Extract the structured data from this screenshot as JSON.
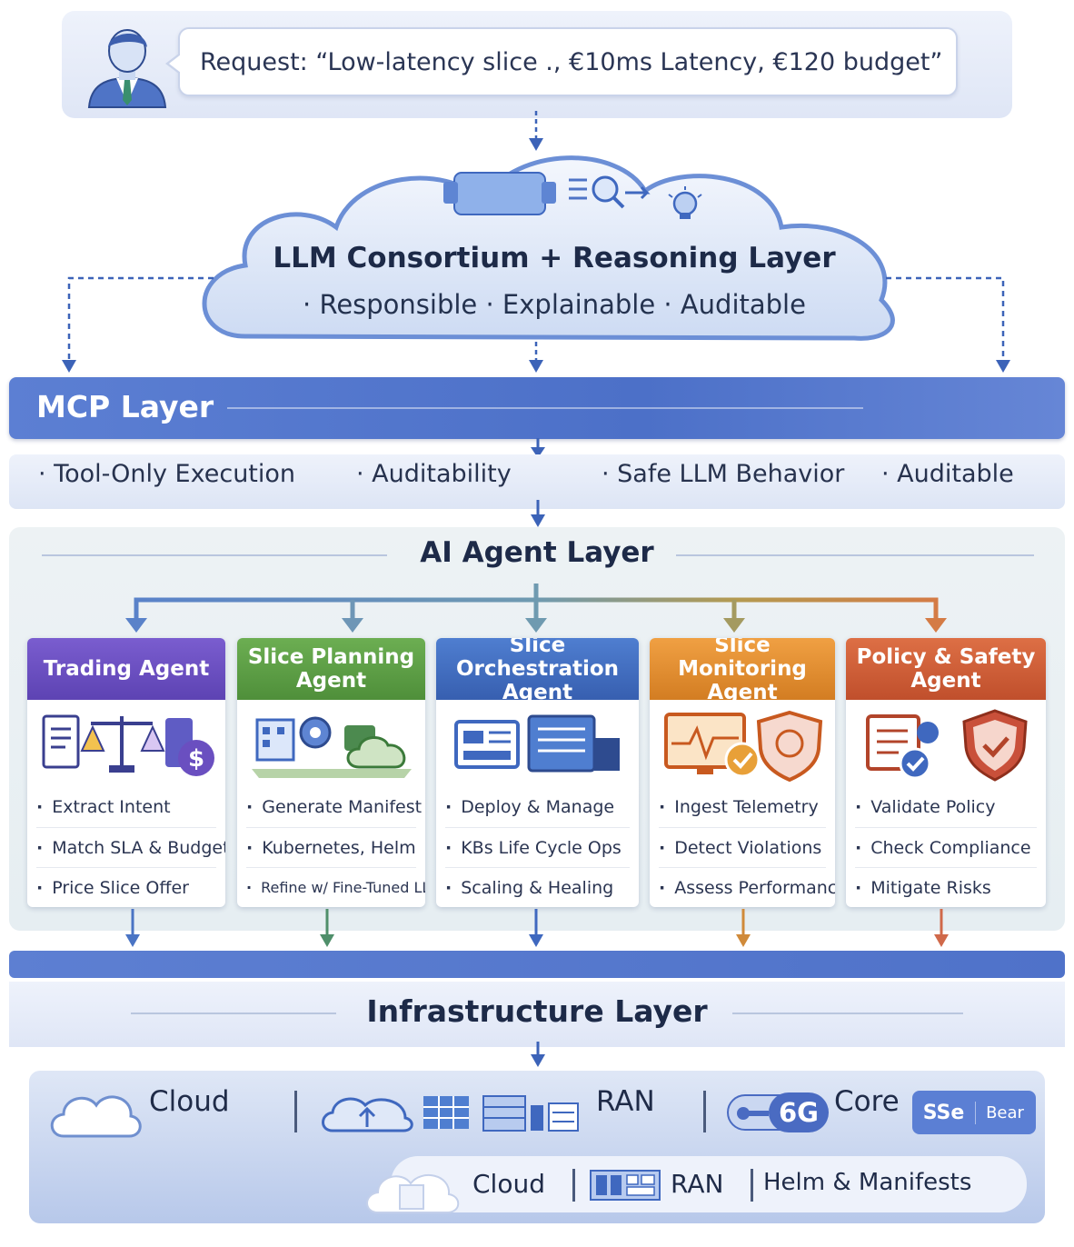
{
  "request": {
    "text": "Request: “Low-latency slice ., €10ms Latency, €120 budget”"
  },
  "llm": {
    "title": "LLM Consortium + Reasoning Layer",
    "subtitle": "· Responsible · Explainable · Auditable"
  },
  "mcp": {
    "title": "MCP Layer",
    "props": [
      "· Tool-Only Execution",
      "· Auditability",
      "· Safe LLM Behavior",
      "· Auditable"
    ]
  },
  "agent_layer": {
    "title": "AI Agent Layer",
    "agents": [
      {
        "name": "Trading Agent",
        "color": "#6a4fc0",
        "items": [
          "Extract Intent",
          "Match SLA & Budget",
          "Price Slice Offer"
        ]
      },
      {
        "name": "Slice Planning Agent",
        "color": "#5a9a44",
        "items": [
          "Generate Manifest",
          "Kubernetes, Helm",
          "Refine w/ Fine-Tuned LLM"
        ]
      },
      {
        "name": "Slice Orchestration Agent",
        "color": "#3f6fbf",
        "items": [
          "Deploy & Manage",
          "KBs Life Cycle Ops",
          "Scaling & Healing"
        ]
      },
      {
        "name": "Slice Monitoring Agent",
        "color": "#e08a2c",
        "items": [
          "Ingest Telemetry",
          "Detect Violations",
          "Assess Performance"
        ]
      },
      {
        "name": "Policy & Safety Agent",
        "color": "#d2603a",
        "items": [
          "Validate Policy",
          "Check Compliance",
          "Mitigate Risks"
        ]
      }
    ]
  },
  "infra": {
    "title": "Infrastructure Layer",
    "row1": {
      "cloud": "Cloud",
      "ran": "RAN",
      "six_g": "6G",
      "core": "Core",
      "sse": "SSe",
      "bear": "Bear"
    },
    "row2": {
      "cloud": "Cloud",
      "ran": "RAN",
      "helm": "Helm & Manifests"
    }
  }
}
